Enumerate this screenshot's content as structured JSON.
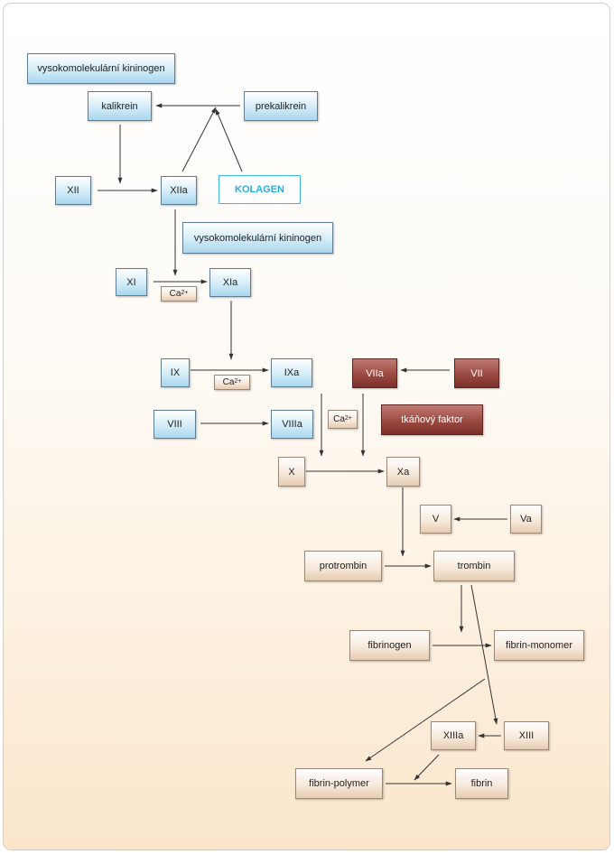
{
  "nodes": {
    "hmw_kininogen_top": "vysokomolekulární kininogen",
    "kalikrein": "kalikrein",
    "prekalikrein": "prekalikrein",
    "xii": "XII",
    "xiia": "XIIa",
    "kolagen": "KOLAGEN",
    "hmw_kininogen_mid": "vysokomolekulární kininogen",
    "xi": "XI",
    "xia": "XIa",
    "ix": "IX",
    "ixa": "IXa",
    "viia": "VIIa",
    "vii": "VII",
    "viii": "VIII",
    "viiia": "VIIIa",
    "tissue_factor": "tkáňový faktor",
    "x": "X",
    "xa": "Xa",
    "v": "V",
    "va": "Va",
    "protrombin": "protrombin",
    "trombin": "trombin",
    "fibrinogen": "fibrinogen",
    "fibrin_monomer": "fibrin-monomer",
    "xiiia": "XIIIa",
    "xiii": "XIII",
    "fibrin_polymer": "fibrin-polymer",
    "fibrin": "fibrin"
  },
  "calcium": {
    "base": "Ca",
    "charge": "2+"
  }
}
